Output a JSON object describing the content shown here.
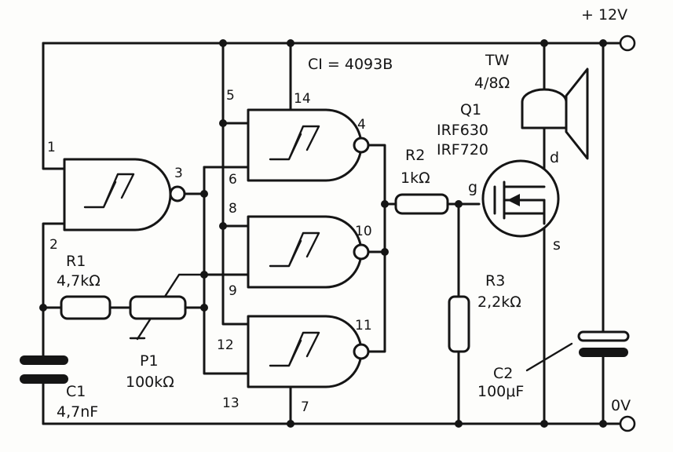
{
  "power": {
    "vplus": "+ 12V",
    "ground": "0V"
  },
  "ic": {
    "label": "CI = 4093B"
  },
  "pins": {
    "p1": "1",
    "p2": "2",
    "p3": "3",
    "p4": "4",
    "p5": "5",
    "p6": "6",
    "p7": "7",
    "p8": "8",
    "p9": "9",
    "p10": "10",
    "p11": "11",
    "p12": "12",
    "p13": "13",
    "p14": "14"
  },
  "components": {
    "r1": {
      "name": "R1",
      "value": "4,7kΩ"
    },
    "p1": {
      "name": "P1",
      "value": "100kΩ"
    },
    "c1": {
      "name": "C1",
      "value": "4,7nF"
    },
    "r2": {
      "name": "R2",
      "value": "1kΩ"
    },
    "r3": {
      "name": "R3",
      "value": "2,2kΩ"
    },
    "c2": {
      "name": "C2",
      "value": "100μF"
    },
    "tw": {
      "name": "TW",
      "value": "4/8Ω"
    },
    "q1": {
      "name": "Q1",
      "part1": "IRF630",
      "part2": "IRF720",
      "gate": "g",
      "drain": "d",
      "source": "s"
    }
  }
}
